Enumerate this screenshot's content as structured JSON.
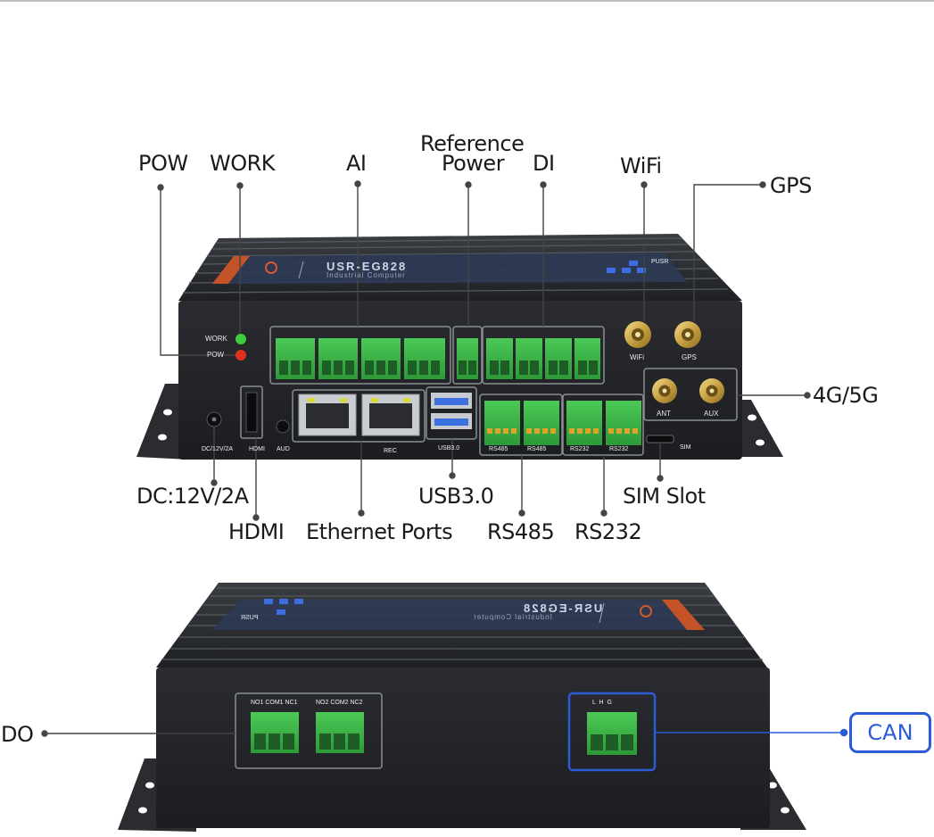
{
  "callouts": {
    "pow": "POW",
    "work": "WORK",
    "ai": "AI",
    "reference_power_line1": "Reference",
    "reference_power_line2": "Power",
    "di": "DI",
    "wifi": "WiFi",
    "gps": "GPS",
    "g4g5": "4G/5G",
    "dc": "DC:12V/2A",
    "hdmi": "HDMI",
    "ethernet": "Ethernet Ports",
    "usb": "USB3.0",
    "rs485": "RS485",
    "rs232": "RS232",
    "sim_slot": "SIM Slot",
    "do": "DO",
    "can": "CAN"
  },
  "device_front": {
    "brand": "USR-EG828",
    "subtitle": "Industrial Computer",
    "led_work": "WORK",
    "led_pow": "POW",
    "ant_wifi": "WiFi",
    "ant_gps": "GPS",
    "ant_ant": "ANT",
    "ant_aux": "AUX",
    "port_dc": "DC/12V/2A",
    "port_hdmi": "HDMI",
    "port_aud": "AUD",
    "port_rec": "REC",
    "port_usb": "USB3.0",
    "port_sim": "SIM",
    "rs485_a": "RS485",
    "rs485_b": "RS485",
    "rs232_a": "RS232",
    "rs232_b": "RS232",
    "pusr": "PUSR"
  },
  "device_back": {
    "brand": "USR-EG828",
    "subtitle": "Industrial Computer",
    "do_pins_1": "NO1 COM1 NC1",
    "do_pins_2": "NO2 COM2 NC2",
    "can_pins": "L  H  G",
    "pusr": "PUSR"
  },
  "colors": {
    "terminal_green": "#3fb54a",
    "callout_line": "#444444",
    "can_blue": "#2b5bd7",
    "chassis": "#232529",
    "led_green": "#3ccf3c",
    "led_red": "#e0301e"
  }
}
